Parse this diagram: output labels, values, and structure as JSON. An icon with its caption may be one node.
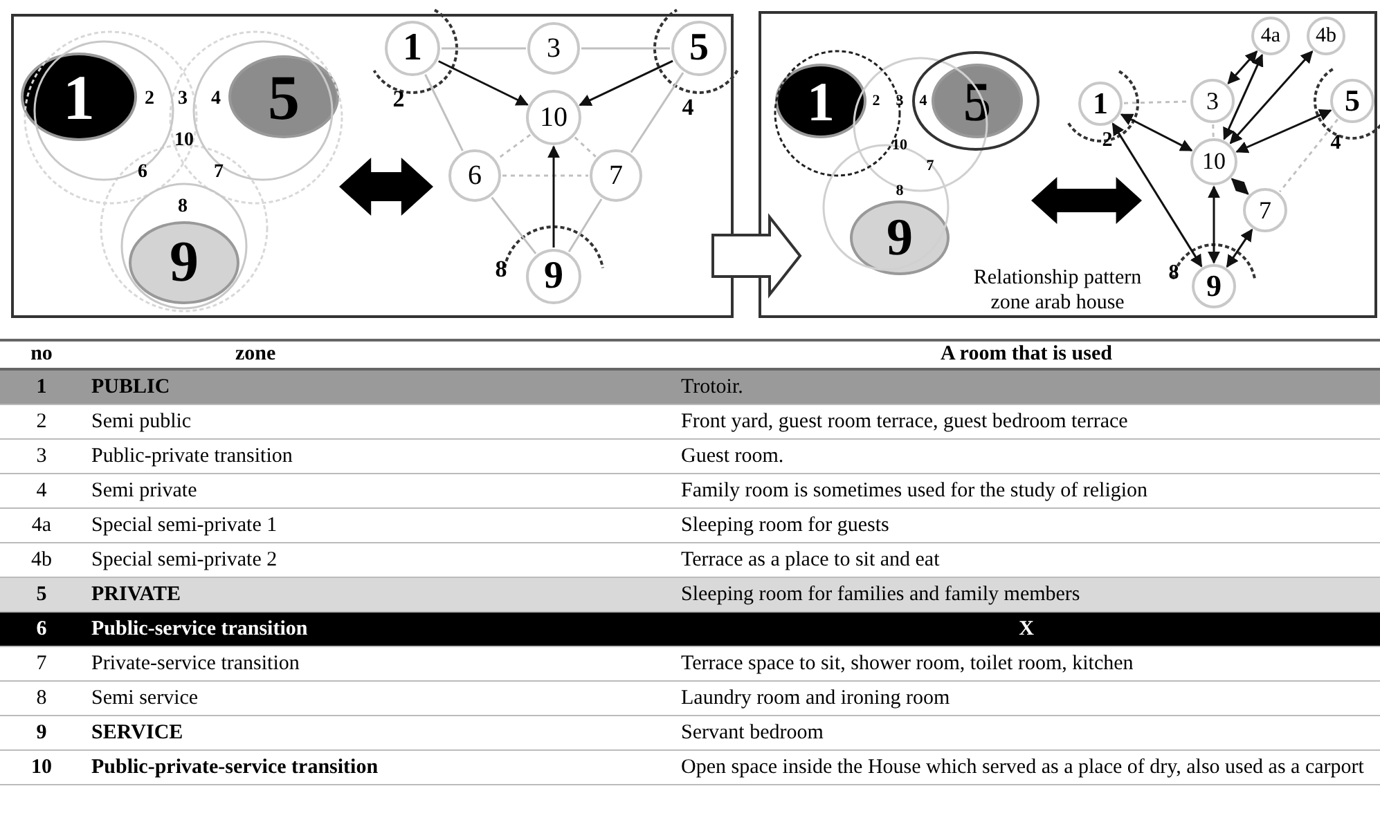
{
  "diagram": {
    "nodes": [
      {
        "text": [],
        "shape": "box"
      },
      {
        "text": [
          "1"
        ],
        "in": 0
      },
      {
        "text": [
          "5"
        ],
        "in": 0
      },
      {
        "text": [
          "9"
        ],
        "in": 0
      },
      {
        "text": [
          "1"
        ],
        "in": 0
      },
      {
        "text": [
          "3"
        ],
        "in": 0
      },
      {
        "text": [
          "5"
        ],
        "in": 0
      },
      {
        "text": [
          "10"
        ],
        "in": 0
      },
      {
        "text": [
          "6"
        ],
        "in": 0
      },
      {
        "text": [
          "7"
        ],
        "in": 0
      },
      {
        "text": [
          "9"
        ],
        "in": 0
      },
      {
        "text": [
          "Relationship pattern zone arab house"
        ]
      },
      {
        "text": [
          "1"
        ],
        "in": 11
      },
      {
        "text": [
          "5"
        ],
        "in": 11
      },
      {
        "text": [
          "9"
        ],
        "in": 11
      },
      {
        "text": [
          "4a"
        ],
        "in": 11
      },
      {
        "text": [
          "4b"
        ],
        "in": 11
      },
      {
        "text": [
          "1"
        ],
        "in": 11
      },
      {
        "text": [
          "3"
        ],
        "in": 11
      },
      {
        "text": [
          "5"
        ],
        "in": 11
      },
      {
        "text": [
          "10"
        ],
        "in": 11
      },
      {
        "text": [
          "7"
        ],
        "in": 11
      },
      {
        "text": [
          "9"
        ],
        "in": 11
      }
    ],
    "edges": [
      {
        "from": 4,
        "to": 5,
        "arrow": "none",
        "color": "#c0c0c0"
      },
      {
        "from": 5,
        "to": 6,
        "arrow": "none",
        "color": "#c0c0c0"
      },
      {
        "from": 4,
        "to": 8,
        "arrow": "none",
        "color": "#c0c0c0"
      },
      {
        "from": 6,
        "to": 9,
        "arrow": "none",
        "color": "#c0c0c0"
      },
      {
        "from": 8,
        "to": 10,
        "arrow": "none",
        "color": "#c0c0c0"
      },
      {
        "from": 9,
        "to": 10,
        "arrow": "none",
        "color": "#c0c0c0"
      },
      {
        "from": 8,
        "to": 9,
        "arrow": "none",
        "style": "dashed",
        "color": "#c0c0c0"
      },
      {
        "from": 7,
        "to": 8,
        "arrow": "none",
        "style": "dashed",
        "color": "#c0c0c0"
      },
      {
        "from": 7,
        "to": 9,
        "arrow": "none",
        "style": "dashed",
        "color": "#c0c0c0"
      },
      {
        "from": 4,
        "to": 7,
        "arrow": "to",
        "color": "#111111"
      },
      {
        "from": 6,
        "to": 7,
        "arrow": "to",
        "color": "#111111"
      },
      {
        "from": 10,
        "to": 7,
        "arrow": "to",
        "color": "#111111"
      },
      {
        "from": 0,
        "to": 11,
        "arrow": "to"
      },
      {
        "from": 17,
        "to": 18,
        "arrow": "none",
        "style": "dashed",
        "color": "#c0c0c0"
      },
      {
        "from": 18,
        "to": 20,
        "arrow": "none",
        "style": "dashed",
        "color": "#c0c0c0"
      },
      {
        "from": 19,
        "to": 21,
        "arrow": "none",
        "style": "dashed",
        "color": "#c0c0c0"
      },
      {
        "from": 18,
        "to": 15,
        "arrow": "both",
        "color": "#111111"
      },
      {
        "from": 20,
        "to": 15,
        "arrow": "both",
        "color": "#111111"
      },
      {
        "from": 20,
        "to": 16,
        "arrow": "both",
        "color": "#111111"
      },
      {
        "from": 20,
        "to": 19,
        "arrow": "both",
        "color": "#111111"
      },
      {
        "from": 17,
        "to": 20,
        "arrow": "both",
        "color": "#111111"
      },
      {
        "from": 17,
        "to": 22,
        "arrow": "both",
        "color": "#111111"
      },
      {
        "from": 20,
        "to": 22,
        "arrow": "both",
        "color": "#111111"
      },
      {
        "from": 20,
        "to": 21,
        "arrow": "both",
        "color": "#111111"
      },
      {
        "from": 22,
        "to": 21,
        "arrow": "both",
        "color": "#111111"
      }
    ],
    "labels": [
      "2",
      "3",
      "4",
      "10",
      "6",
      "7",
      "8",
      "2",
      "4",
      "8",
      "2",
      "3",
      "4",
      "10",
      "7",
      "8",
      "2",
      "4",
      "8",
      "no",
      "zone",
      "A room that is used",
      "1",
      "PUBLIC",
      "Trotoir.",
      "2",
      "Semi public",
      "Front yard, guest room terrace, guest bedroom terrace",
      "3",
      "Public-private transition",
      "Guest room.",
      "4",
      "Semi private",
      "Family room is sometimes used for the study of religion",
      "4a",
      "Special semi-private 1",
      "Sleeping room for guests",
      "4b",
      "Special semi-private 2",
      "Terrace as a place to sit and eat",
      "5",
      "PRIVATE",
      "Sleeping room for families and family members",
      "6",
      "Public-service transition",
      "X",
      "7",
      "Private-service transition",
      "Terrace space to sit, shower room, toilet room, kitchen",
      "8",
      "Semi service",
      "Laundry room and ironing room",
      "9",
      "SERVICE",
      "Servant bedroom",
      "10",
      "Public-private-service transition",
      "Open space inside the House which served as a place of dry, also used as a carport"
    ]
  }
}
